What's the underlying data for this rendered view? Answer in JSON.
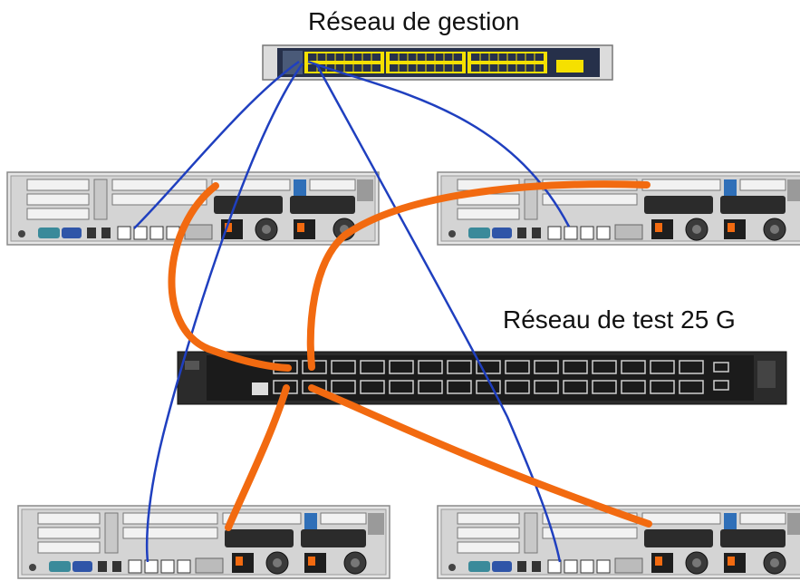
{
  "labels": {
    "management_network": "Réseau de gestion",
    "test_network": "Réseau de test 25 G"
  },
  "colors": {
    "management_cable": "#1f3fbf",
    "test_cable": "#f26a10",
    "switch_port_yellow": "#f5e000",
    "chassis_dark": "#2a2a2a",
    "server_grey": "#d8d8d8"
  },
  "nodes": {
    "management_switch": "management-switch",
    "test_switch": "test-25g-switch",
    "servers": [
      "server-top-left",
      "server-top-right",
      "server-bottom-left",
      "server-bottom-right"
    ]
  }
}
